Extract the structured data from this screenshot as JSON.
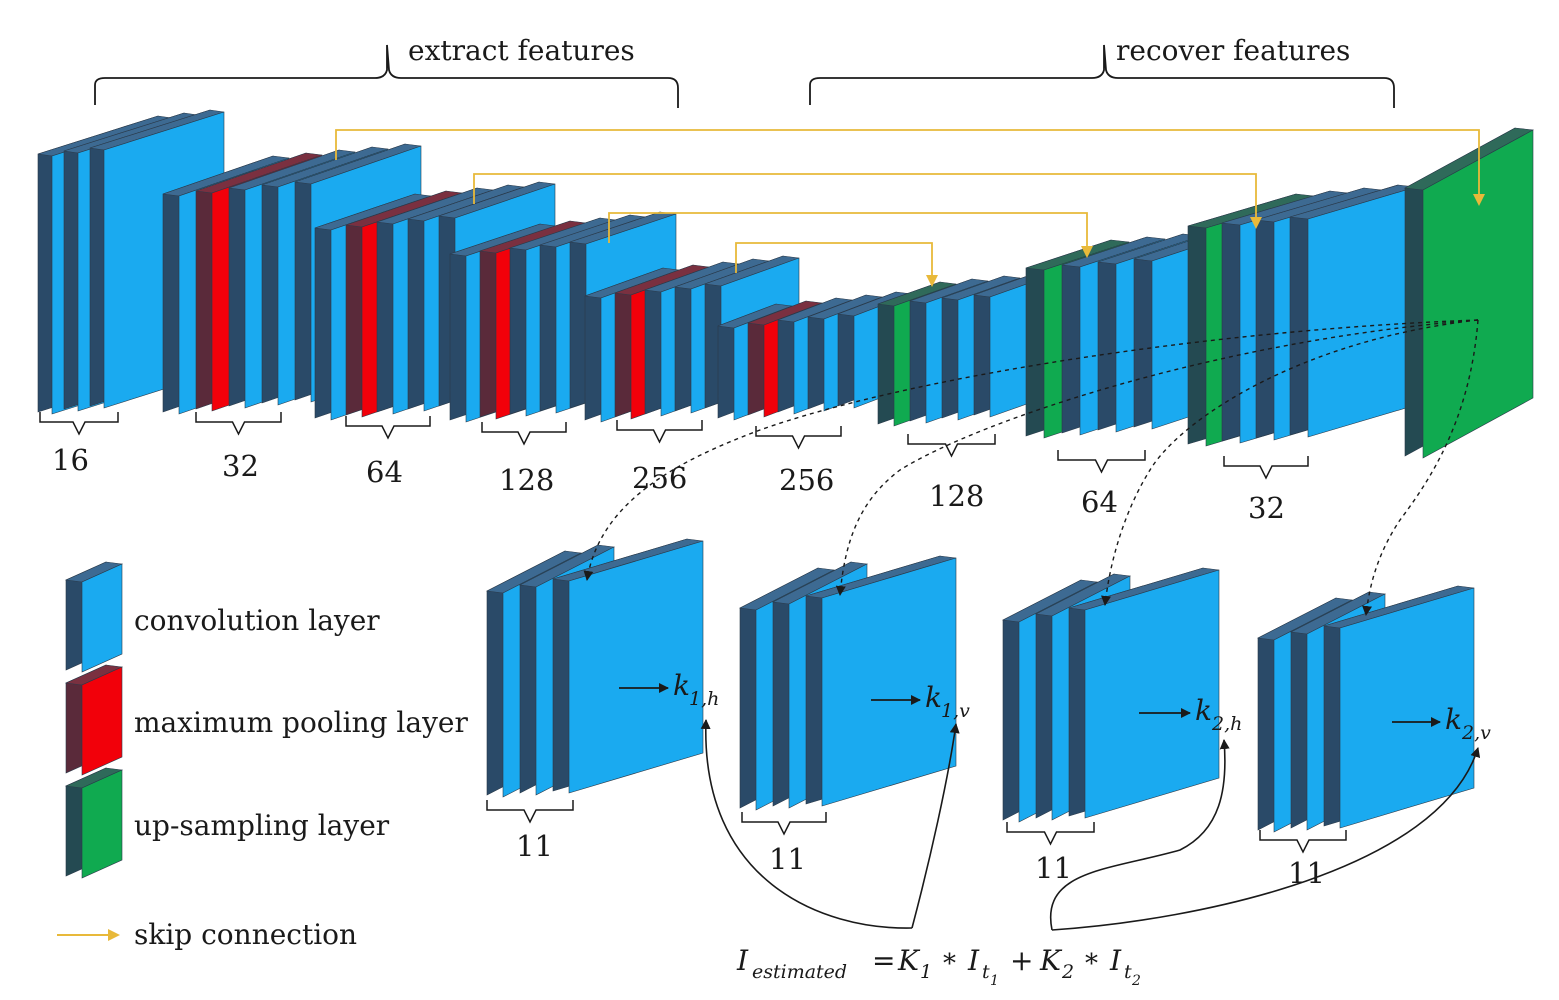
{
  "headings": {
    "extract": "extract features",
    "recover": "recover features"
  },
  "channel_labels": [
    "16",
    "32",
    "64",
    "128",
    "256",
    "256",
    "128",
    "64",
    "32"
  ],
  "kernel_channel_labels": [
    "11",
    "11",
    "11",
    "11"
  ],
  "kernel_outputs": [
    {
      "base": "k",
      "sub": "1,h"
    },
    {
      "base": "k",
      "sub": "1,v"
    },
    {
      "base": "k",
      "sub": "2,h"
    },
    {
      "base": "k",
      "sub": "2,v"
    }
  ],
  "legend": {
    "convolution": "convolution layer",
    "pooling": "maximum pooling layer",
    "upsampling": "up-sampling layer",
    "skip": "skip connection"
  },
  "equation": {
    "I": "I",
    "I_sub": "estimated",
    "K1": "K",
    "K1_sub": "1",
    "It1": "I",
    "It1_sub": "t",
    "It1_subsub": "1",
    "K2": "K",
    "K2_sub": "2",
    "It2": "I",
    "It2_sub": "t",
    "It2_subsub": "2",
    "eq": "=",
    "star": "*",
    "plus": "+"
  },
  "colors": {
    "conv_face": "#1aaaf0",
    "conv_side": "#2a4a68",
    "conv_top": "#3d6a92",
    "pool_face": "#f2000a",
    "pool_side": "#5a2a3a",
    "up_face": "#10aa50",
    "up_side": "#244a52",
    "skip": "#e8b93a",
    "line": "#1a1a1a"
  }
}
